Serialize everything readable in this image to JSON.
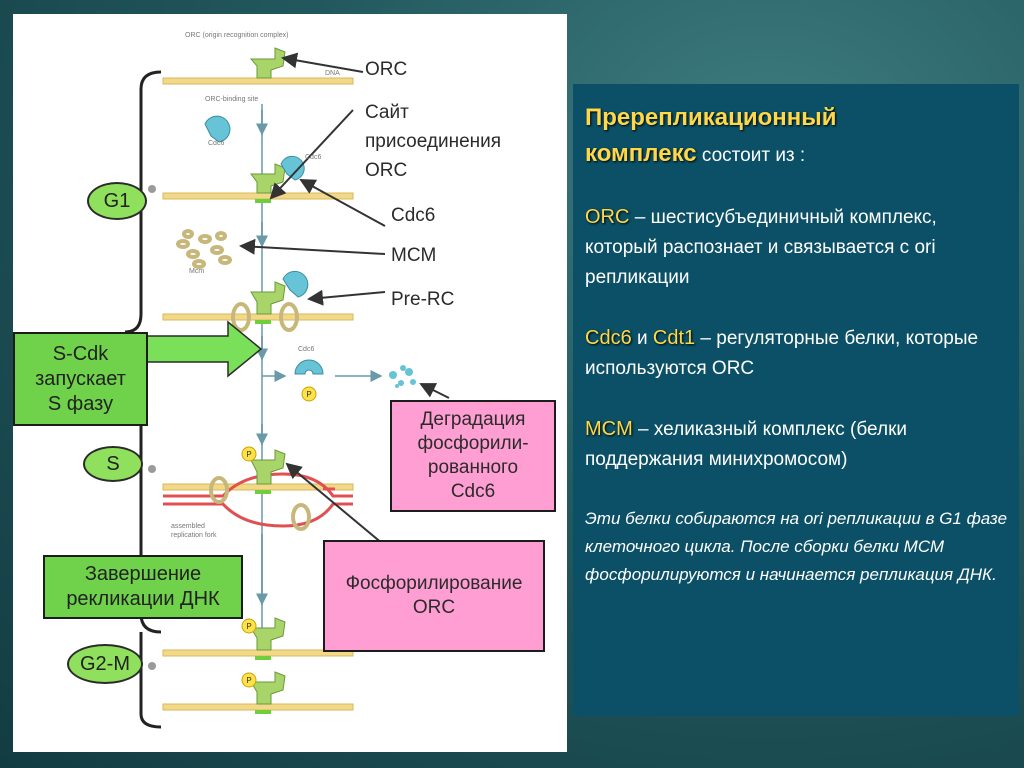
{
  "diagram": {
    "tiny_labels": {
      "orc_full": "ORC (origin recognition complex)",
      "dna": "DNA",
      "binding_site": "ORC-binding site",
      "cdc6_a": "Cdc6",
      "cdc6_b": "Cdc6",
      "mcm": "Mcm",
      "cdc6_c": "Cdc6",
      "fork": "assembled\nreplication fork"
    },
    "labels": {
      "orc": "ORC",
      "site": "Сайт\nприсоединения\nORC",
      "cdc6": "Cdc6",
      "mcm": "MCM",
      "prerc": "Pre-RC"
    },
    "phases": {
      "g1": "G1",
      "s": "S",
      "g2m": "G2-M"
    },
    "boxes": {
      "scdk": "S-Cdk\nзапускает\nS фазу",
      "degradation": "Деградация\nфосфорили-\nрованного\nCdc6",
      "completion": "Завершение\nрекликации ДНК",
      "phosphorylation": "Фосфорилирование\nORC"
    },
    "marker_letter": "P",
    "colors": {
      "green": "#6fd24a",
      "pink": "#ff9ed3",
      "dna": "#f2d98a",
      "orc": "#a8d46a",
      "cdc6": "#67c3d6",
      "mcm": "#c8b77a"
    }
  },
  "text_panel": {
    "title_line1": "Пререпликационный",
    "title_line2": "комплекс",
    "title_rest": " состоит из :",
    "orc_term": "ORC",
    "orc_desc": " – шестисубъединичный комплекс, который распознает и связывается с ori репликации",
    "cdc6_term": "Cdc6",
    "and_word": " и ",
    "cdt1_term": "Cdt1",
    "cdc_desc": " – регуляторные белки, которые используются ORC",
    "mcm_term": "MCM",
    "mcm_desc": " –  хеликазный комплекс (белки поддержания минихромосом)",
    "note": "Эти белки собираются на ori репликации в G1 фазе клеточного цикла. После сборки белки МСМ фосфорилируются и начинается репликация ДНК."
  }
}
